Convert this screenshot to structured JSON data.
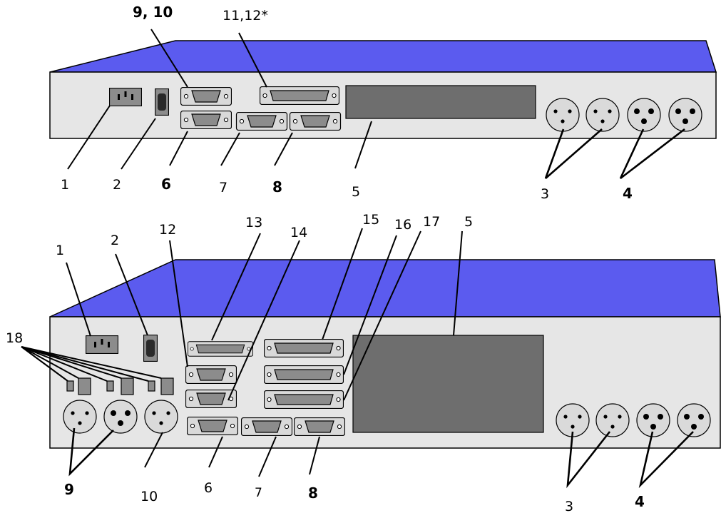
{
  "upper_unit": {
    "callouts": {
      "c1": "1",
      "c2": "2",
      "c6": "6",
      "c7": "7",
      "c8": "8",
      "c5": "5",
      "c3": "3",
      "c4": "4",
      "c9_10": "9, 10",
      "c11_12": "11,12*"
    }
  },
  "lower_unit": {
    "callouts": {
      "c1": "1",
      "c2": "2",
      "c12": "12",
      "c13": "13",
      "c14": "14",
      "c15": "15",
      "c16": "16",
      "c17": "17",
      "c5": "5",
      "c18": "18",
      "c9": "9",
      "c10": "10",
      "c6": "6",
      "c7": "7",
      "c8": "8",
      "c3": "3",
      "c4": "4"
    }
  },
  "colors": {
    "chassis_top": "#5b5bef",
    "front_panel": "#e6e6e6",
    "display": "#6e6e6e"
  }
}
